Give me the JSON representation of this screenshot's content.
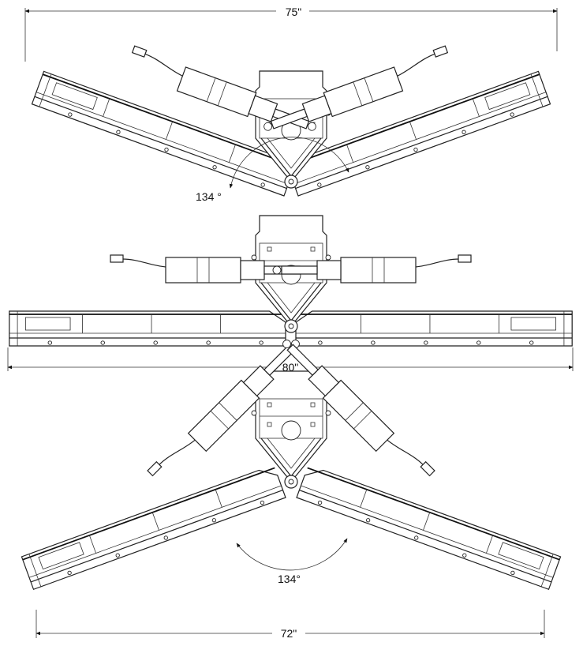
{
  "views": [
    {
      "name": "top-view",
      "width_label": "75\"",
      "angle_label": "134 °"
    },
    {
      "name": "middle-view",
      "width_label": "80\""
    },
    {
      "name": "bottom-view",
      "width_label": "72\"",
      "angle_label": "134°"
    }
  ]
}
